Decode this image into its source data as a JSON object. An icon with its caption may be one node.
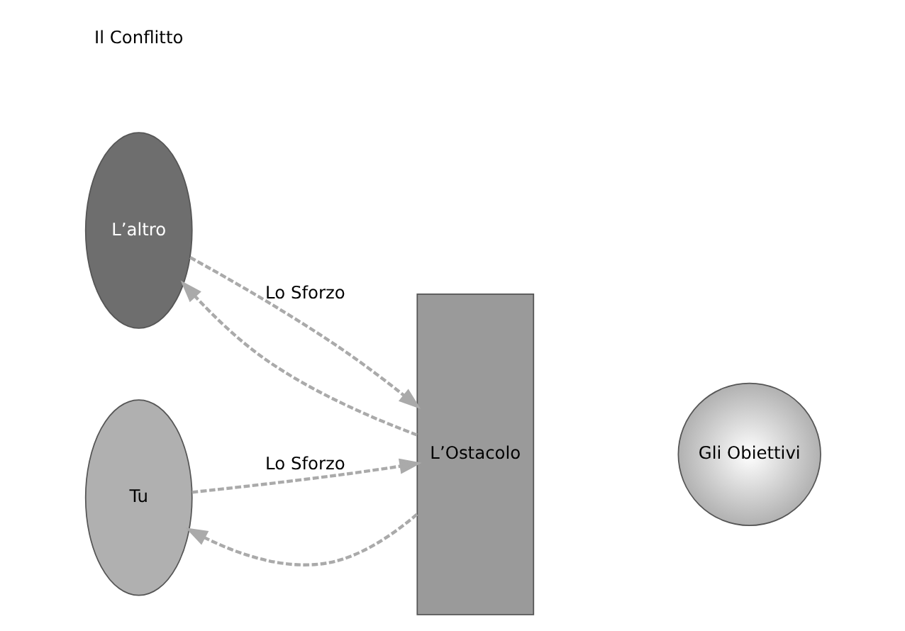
{
  "diagram": {
    "nodes": [
      {
        "text": [
          "L’altro"
        ]
      },
      {
        "text": [
          "Tu"
        ]
      },
      {
        "text": [
          "L’Ostacolo"
        ]
      },
      {
        "text": [
          "Gli Obiettivi"
        ]
      }
    ],
    "edges": [
      {
        "from": 0,
        "to": 2,
        "arrow": "to",
        "label": "Lo Sforzo",
        "style": "dashed"
      },
      {
        "from": 2,
        "to": 1,
        "arrow": "to",
        "style": "dashed"
      },
      {
        "from": 2,
        "to": 0,
        "arrow": "to",
        "style": "dashed"
      },
      {
        "from": 1,
        "to": 2,
        "arrow": "to",
        "label": "Lo Sforzo",
        "style": "dashed"
      }
    ],
    "labels": [
      "Il Conflitto"
    ]
  }
}
